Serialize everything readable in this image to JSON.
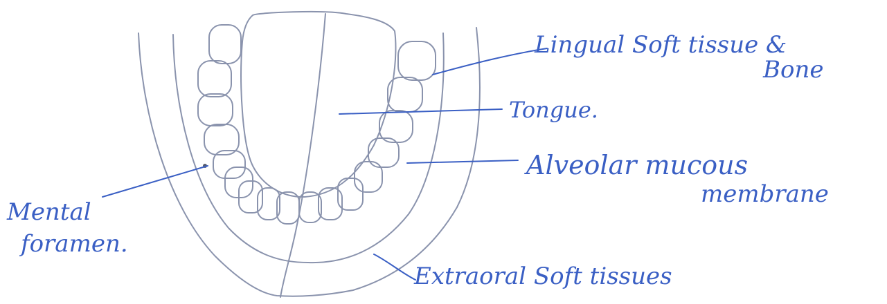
{
  "labels": {
    "lingual_line1": "Lingual Soft tissue &",
    "lingual_line2": "Bone",
    "tongue": "Tongue.",
    "alveolar_line1": "Alveolar mucous",
    "alveolar_line2": "membrane",
    "mental_line1": "Mental",
    "mental_line2": "foramen.",
    "extraoral": "Extraoral Soft tissues"
  },
  "colors": {
    "pencil": "#8a93ad",
    "ink": "#3a5fc4",
    "background": "#ffffff"
  }
}
